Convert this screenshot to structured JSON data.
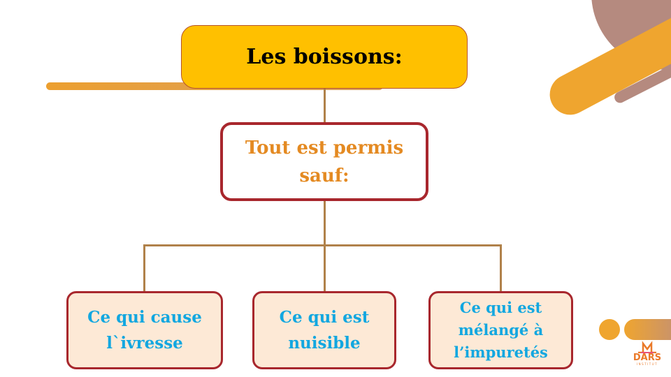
{
  "diagram": {
    "title": "Les boissons:",
    "subtitle": "Tout est permis sauf:",
    "branches": [
      {
        "label": "Ce qui cause l`ivresse"
      },
      {
        "label": "Ce qui est nuisible"
      },
      {
        "label": "Ce qui est mélangé à l’impuretés"
      }
    ]
  },
  "branding": {
    "logo_text": "DARS",
    "logo_subtext": "INSTITUT"
  },
  "colors": {
    "title_fill": "#ffc000",
    "node_border": "#a8272d",
    "subtitle_text": "#e48a22",
    "leaf_fill": "#fde9d6",
    "leaf_text": "#12a7e0",
    "connector": "#b0814a",
    "accent_orange": "#efa52f",
    "accent_brown": "#b58a7f"
  }
}
